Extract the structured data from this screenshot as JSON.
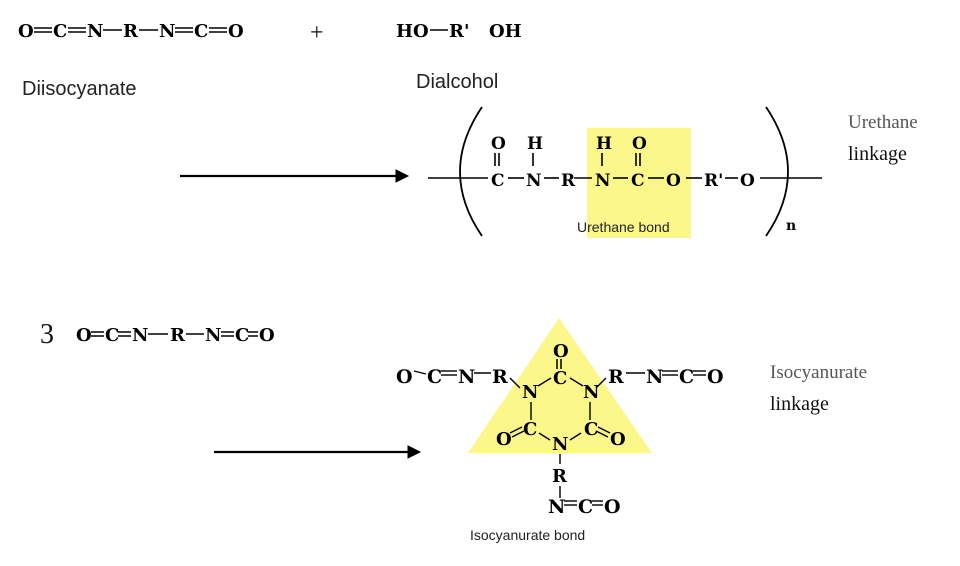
{
  "reaction1": {
    "reactant_a": {
      "atoms": [
        "O",
        "C",
        "N",
        "R",
        "N",
        "C",
        "O"
      ],
      "name": "Diisocyanate"
    },
    "plus": "+",
    "reactant_b": {
      "atoms": [
        "HO",
        "R'",
        "OH"
      ],
      "name": "Dialcohol"
    },
    "product": {
      "backbone": [
        "C",
        "N",
        "R",
        "N",
        "C",
        "O",
        "R'",
        "O"
      ],
      "top_o1": "O",
      "top_h1": "H",
      "top_h2": "H",
      "top_o2": "O",
      "subscript": "n",
      "bond_label": "Urethane  bond",
      "linkage_line1": "Urethane",
      "linkage_line2": "linkage"
    }
  },
  "reaction2": {
    "coefficient": "3",
    "reactant_atoms": [
      "O",
      "C",
      "N",
      "R",
      "N",
      "C",
      "O"
    ],
    "product": {
      "top_o": "O",
      "top_c": "C",
      "left_chain": [
        "O",
        "C",
        "N",
        "R"
      ],
      "right_chain": [
        "R",
        "N",
        "C",
        "O"
      ],
      "ring_n_left": "N",
      "ring_n_right": "N",
      "ring_c_left": "C",
      "ring_c_right": "C",
      "ring_o_left": "O",
      "ring_o_right": "O",
      "ring_n_bottom": "N",
      "bottom_r": "R",
      "bottom_chain": [
        "N",
        "C",
        "O"
      ],
      "bond_label": "Isocyanurate  bond",
      "linkage_line1": "Isocyanurate",
      "linkage_line2": "linkage"
    }
  },
  "colors": {
    "highlight": "#fbf78a",
    "text": "#000000",
    "linkage_gray": "#555555"
  }
}
